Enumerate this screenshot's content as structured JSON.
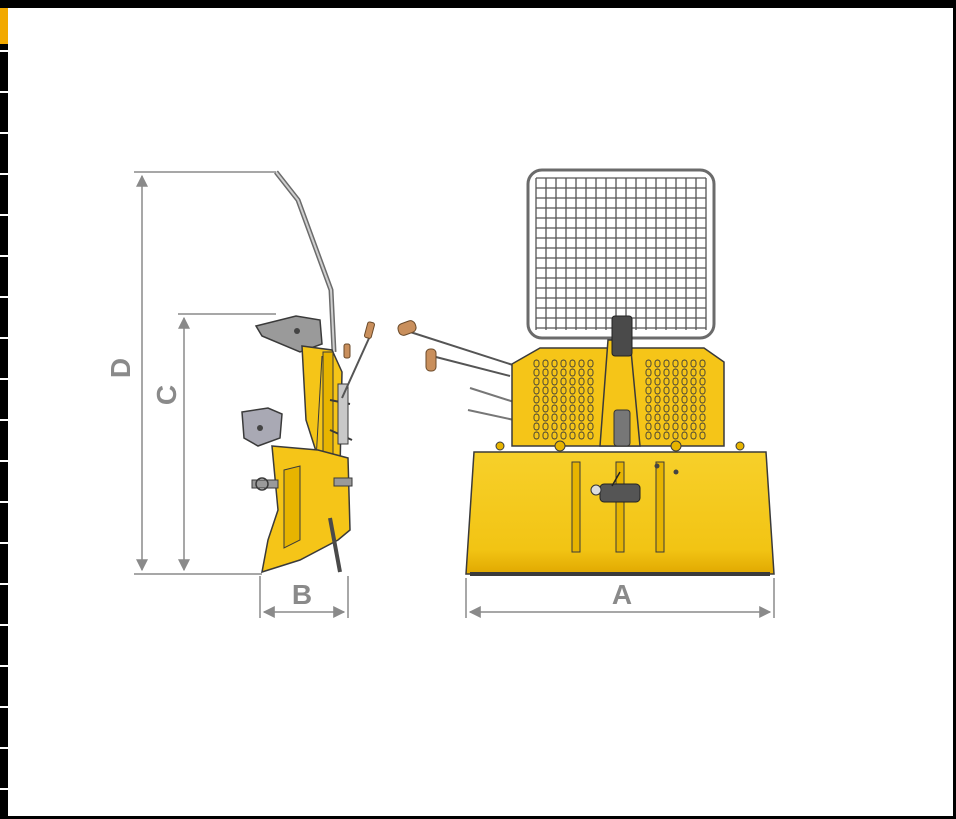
{
  "diagram": {
    "labels": {
      "A": "A",
      "B": "B",
      "C": "C",
      "D": "D"
    },
    "colors": {
      "machine_yellow": "#f5c518",
      "machine_dark_yellow": "#d9a800",
      "outline": "#3a3a3a",
      "dimension_gray": "#8a8a8a",
      "mesh_gray": "#555555",
      "frame_black": "#000000",
      "accent_orange": "#f2a900"
    }
  }
}
